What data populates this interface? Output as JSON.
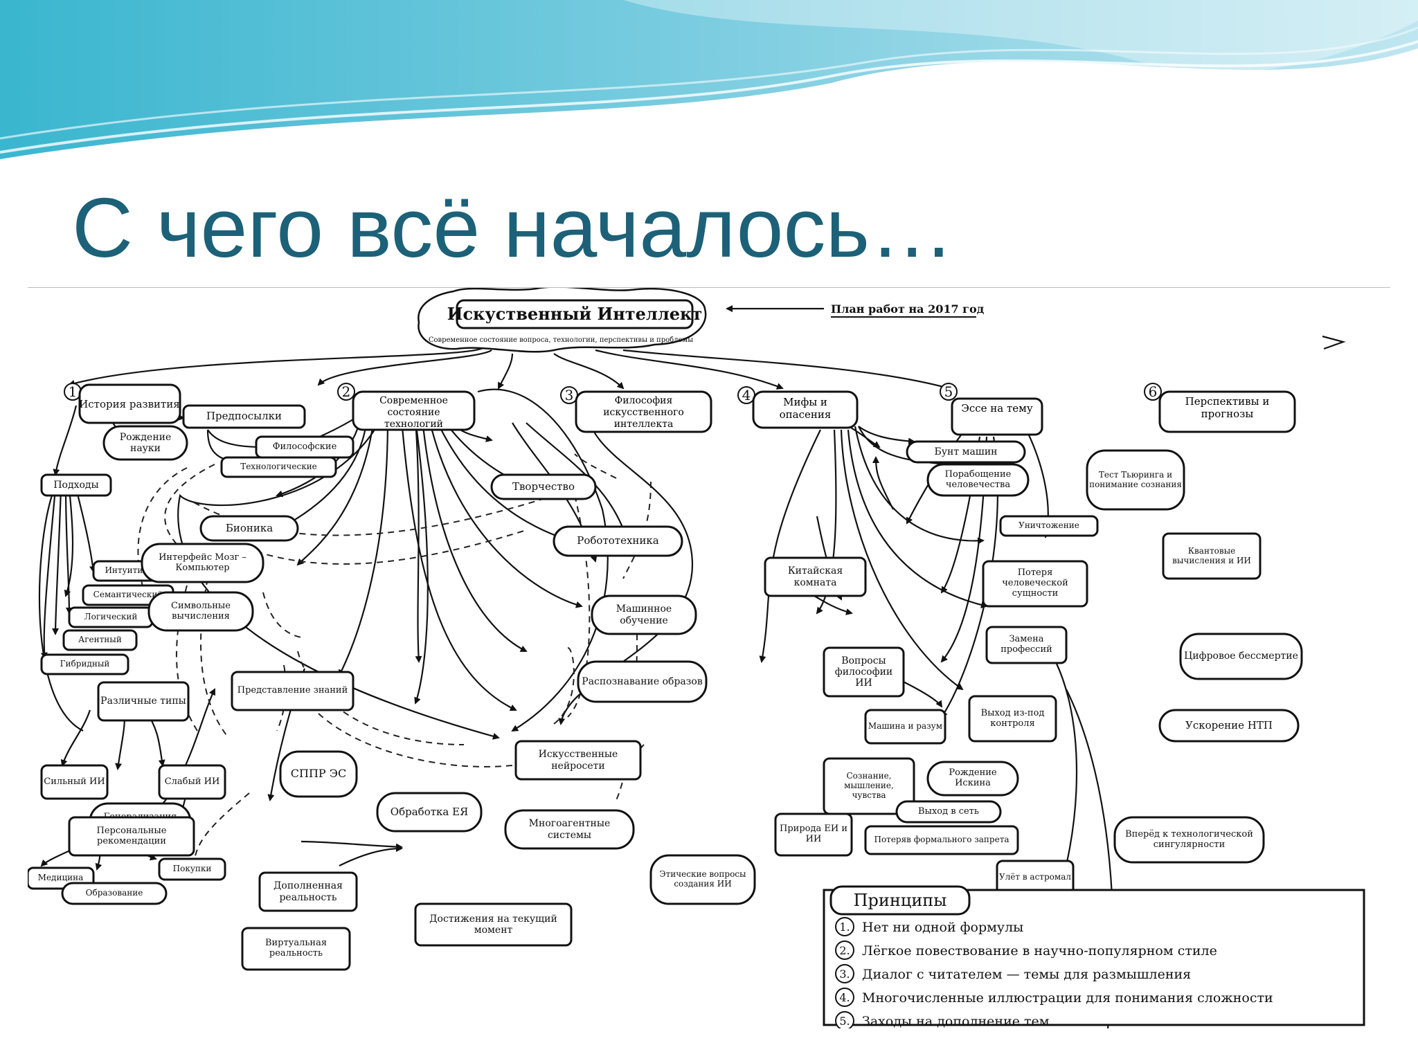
{
  "slide": {
    "title": "С чего всё началось…"
  },
  "map": {
    "root": {
      "title": "Искуственный Интеллект",
      "subtitle": "Современное состояние вопроса, технологии, перспективы и проблемы"
    },
    "plan_label": "План работ на 2017 год",
    "branches": {
      "b1": {
        "number": "1",
        "title": "История развития"
      },
      "b2": {
        "number": "2",
        "title": "Современное состояние технологий"
      },
      "b3": {
        "number": "3",
        "title": "Философия искусственного интеллекта"
      },
      "b4": {
        "number": "4",
        "title": "Мифы и опасения"
      },
      "b5": {
        "number": "5",
        "title": "Эссе на тему"
      },
      "b6": {
        "number": "6",
        "title": "Перспективы и прогнозы"
      }
    },
    "nodes": {
      "predposylki": "Предпосылки",
      "filosofskie": "Философские",
      "tehnologicheskie": "Технологические",
      "rozhdenie_nauki": "Рождение науки",
      "podhody": "Подходы",
      "intuitivny": "Интуитивный",
      "semanticheskiy": "Семантический",
      "logicheskiy": "Логический",
      "agentny": "Агентный",
      "gibridny": "Гибридный",
      "razlichnye_tipy": "Различные типы",
      "silny_ii": "Сильный ИИ",
      "slaby_ii": "Слабый ИИ",
      "generalizatsiya": "Генерализация сознания",
      "personalnye": "Персональные рекомендации",
      "medicina": "Медицина",
      "pokupki": "Покупки",
      "obrazovanie": "Образование",
      "bionika": "Бионика",
      "interfeys": "Интерфейс Мозг – Компьютер",
      "simvolnye": "Символьные вычисления",
      "tvorchestvo": "Творчество",
      "robototehnika": "Робототехника",
      "mashinnoe": "Машинное обучение",
      "raspoznavanie": "Распознавание образов",
      "predstavlenie": "Представление знаний",
      "sppr": "СППР ЭС",
      "obrabotka": "Обработка ЕЯ",
      "neyroseti": "Искусственные нейросети",
      "mnogoagentnye": "Многоагентные системы",
      "dopolnennaya": "Дополненная реальность",
      "virtualnaya": "Виртуальная реальность",
      "dostizheniya": "Достижения на текущий момент",
      "kitayskaya": "Китайская комната",
      "voprosy_filosofii": "Вопросы философии ИИ",
      "mashina_razum": "Машина и разум",
      "soznanie": "Сознание, мышление, чувства",
      "priroda": "Природа ЕИ и ИИ",
      "eticheskie": "Этические вопросы создания ИИ",
      "bunt": "Бунт машин",
      "poraboshchenie": "Порабощение человечества",
      "unichtozhenie": "Уничтожение",
      "poterya": "Потеря человеческой сущности",
      "zamena": "Замена профессий",
      "vyhod_kontrolya": "Выход из-под контроля",
      "test": "Тест Тьюринга и понимание сознания",
      "rozhdenie_iskina": "Рождение Искина",
      "vyhod_set": "Выход в сеть",
      "poteryan": "Потеряв формального запрета",
      "ulet": "Улёт в астромал",
      "kvantovye": "Квантовые вычисления и ИИ",
      "tsifrovoe": "Цифровое бессмертие",
      "uskorenie": "Ускорение НТП",
      "vperyod": "Вперёд к технологической сингулярности"
    },
    "principles": {
      "title": "Принципы",
      "items": [
        {
          "n": "1.",
          "text": "Нет ни одной формулы"
        },
        {
          "n": "2.",
          "text": "Лёгкое повествование в научно-популярном стиле"
        },
        {
          "n": "3.",
          "text": "Диалог с читателем — темы для размышления"
        },
        {
          "n": "4.",
          "text": "Многочисленные иллюстрации для понимания сложности"
        },
        {
          "n": "5.",
          "text": "Заходы на дополнение тем"
        }
      ]
    }
  },
  "colors": {
    "title": "#1c6178",
    "banner_dark": "#2aa8c4",
    "banner_light": "#bfe6f0"
  }
}
